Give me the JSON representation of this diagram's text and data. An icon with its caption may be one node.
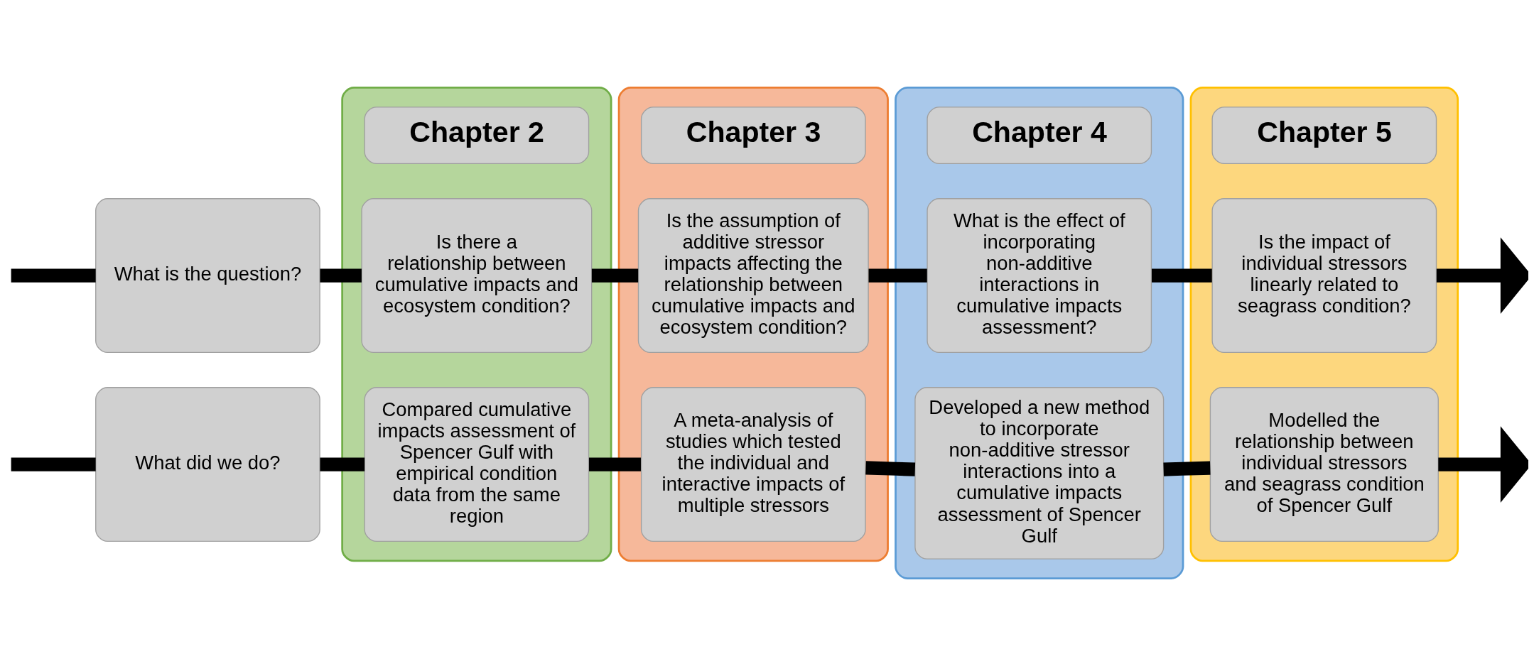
{
  "diagram": {
    "nodes": [
      {
        "text": [
          "What is the question?"
        ]
      },
      {
        "text": [
          "What did we do?"
        ]
      },
      {
        "text": [],
        "shape": "box"
      },
      {
        "text": [
          "Chapter 2"
        ],
        "in": 2
      },
      {
        "text": [
          "Is there a relationship between cumulative impacts and ecosystem condition?"
        ],
        "in": 2
      },
      {
        "text": [
          "Compared cumulative impacts assessment of Spencer Gulf with empirical condition data from the same region"
        ],
        "in": 2
      },
      {
        "text": [],
        "shape": "box"
      },
      {
        "text": [
          "Chapter 3"
        ],
        "in": 6
      },
      {
        "text": [
          "Is the assumption of additive stressor impacts affecting the relationship between cumulative impacts and ecosystem condition?"
        ],
        "in": 6
      },
      {
        "text": [
          "A meta-analysis of studies which tested the individual and interactive impacts of multiple stressors"
        ],
        "in": 6
      },
      {
        "text": [],
        "shape": "box"
      },
      {
        "text": [
          "Chapter 4"
        ],
        "in": 10
      },
      {
        "text": [
          "What is the effect of incorporating non-additive interactions in cumulative impacts assessment?"
        ],
        "in": 10
      },
      {
        "text": [
          "Developed a new method to incorporate non-additive stressor interactions into a cumulative impacts assessment of Spencer Gulf"
        ],
        "in": 10
      },
      {
        "text": [],
        "shape": "box"
      },
      {
        "text": [
          "Chapter 5"
        ],
        "in": 14
      },
      {
        "text": [
          "Is the impact of individual stressors linearly related to seagrass condition?"
        ],
        "in": 14
      },
      {
        "text": [
          "Modelled the relationship between individual stressors and seagrass condition of Spencer Gulf"
        ],
        "in": 14
      }
    ],
    "edges": [
      {
        "from": null,
        "to": 0,
        "arrow": "none"
      },
      {
        "from": 0,
        "to": 4,
        "arrow": "none"
      },
      {
        "from": 4,
        "to": 8,
        "arrow": "none"
      },
      {
        "from": 8,
        "to": 12,
        "arrow": "none"
      },
      {
        "from": 12,
        "to": 16,
        "arrow": "none"
      },
      {
        "from": 16,
        "to": null,
        "arrow": "to"
      },
      {
        "from": null,
        "to": 1,
        "arrow": "none"
      },
      {
        "from": 1,
        "to": 5,
        "arrow": "none"
      },
      {
        "from": 5,
        "to": 9,
        "arrow": "none"
      },
      {
        "from": 9,
        "to": 13,
        "arrow": "none"
      },
      {
        "from": 13,
        "to": 17,
        "arrow": "none"
      },
      {
        "from": 17,
        "to": null,
        "arrow": "to"
      }
    ]
  }
}
